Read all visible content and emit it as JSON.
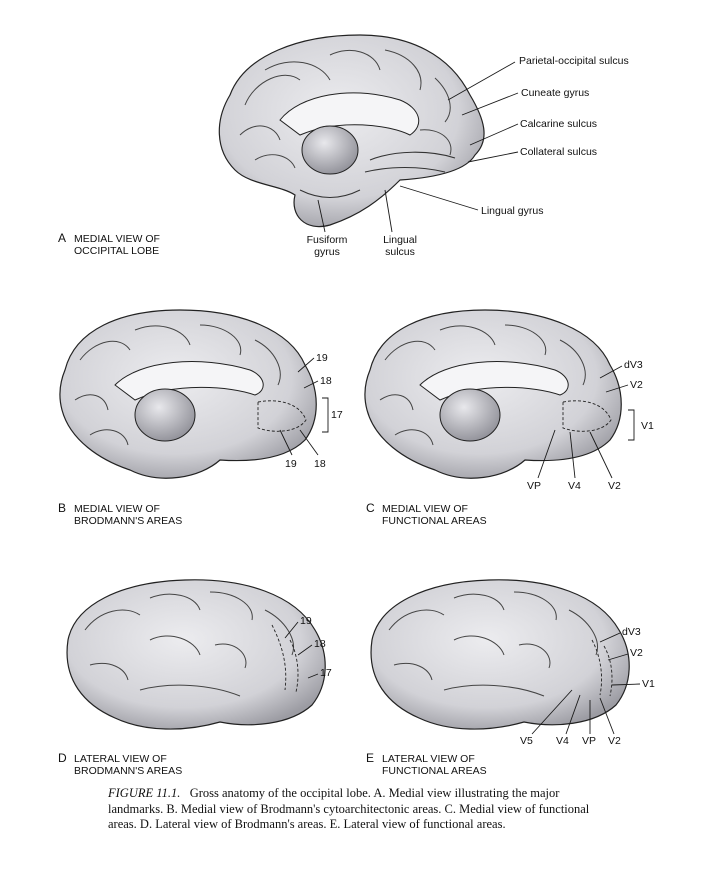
{
  "panels": {
    "a": {
      "letter": "A",
      "line1": "MEDIAL VIEW OF",
      "line2": "OCCIPITAL LOBE",
      "labels": {
        "parieto_occipital": "Parietal-occipital sulcus",
        "cuneate": "Cuneate gyrus",
        "calcarine": "Calcarine sulcus",
        "collateral": "Collateral sulcus",
        "lingual_gyrus": "Lingual gyrus",
        "fusiform_1": "Fusiform",
        "fusiform_2": "gyrus",
        "lingual_sulcus_1": "Lingual",
        "lingual_sulcus_2": "sulcus"
      }
    },
    "b": {
      "letter": "B",
      "line1": "MEDIAL VIEW OF",
      "line2": "BRODMANN'S AREAS",
      "labels": {
        "a19_top": "19",
        "a18_top": "18",
        "a17": "17",
        "a19_bottom": "19",
        "a18_bottom": "18"
      }
    },
    "c": {
      "letter": "C",
      "line1": "MEDIAL VIEW OF",
      "line2": "FUNCTIONAL AREAS",
      "labels": {
        "dv3": "dV3",
        "v2_top": "V2",
        "v1": "V1",
        "vp": "VP",
        "v4": "V4",
        "v2_bottom": "V2"
      }
    },
    "d": {
      "letter": "D",
      "line1": "LATERAL VIEW OF",
      "line2": "BRODMANN'S AREAS",
      "labels": {
        "a19": "19",
        "a18": "18",
        "a17": "17"
      }
    },
    "e": {
      "letter": "E",
      "line1": "LATERAL VIEW OF",
      "line2": "FUNCTIONAL AREAS",
      "labels": {
        "dv3": "dV3",
        "v2_top": "V2",
        "v1": "V1",
        "v5": "V5",
        "v4": "V4",
        "vp": "VP",
        "v2_bottom": "V2"
      }
    }
  },
  "caption": {
    "figure_label": "FIGURE 11.1.",
    "text": "Gross anatomy of the occipital lobe. A. Medial view illustrating the major landmarks. B. Medial view of Brodmann's cytoarchitectonic areas. C. Medial view of functional areas. D. Lateral view of Brodmann's areas. E. Lateral view of functional areas."
  },
  "colors": {
    "brain_fill": "#dcdce0",
    "brain_shade": "#9a9aa0",
    "ink": "#1a1a1a"
  }
}
